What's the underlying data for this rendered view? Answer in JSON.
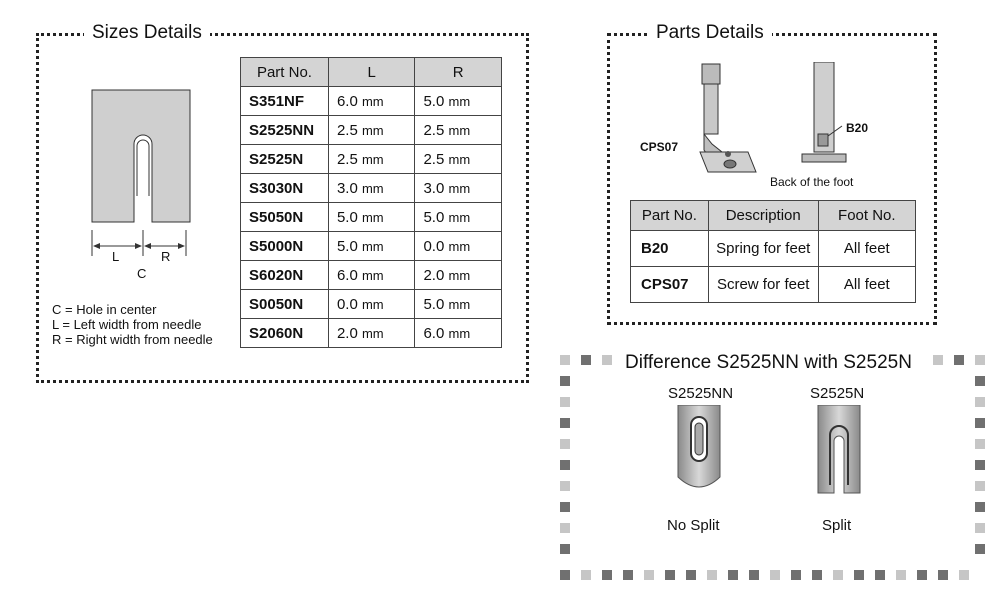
{
  "sizes_panel": {
    "title": "Sizes Details",
    "columns": [
      "Part No.",
      "L",
      "R"
    ],
    "rows": [
      {
        "part": "S351NF",
        "l": "6.0",
        "r": "5.0"
      },
      {
        "part": "S2525NN",
        "l": "2.5",
        "r": "2.5"
      },
      {
        "part": "S2525N",
        "l": "2.5",
        "r": "2.5"
      },
      {
        "part": "S3030N",
        "l": "3.0",
        "r": "3.0"
      },
      {
        "part": "S5050N",
        "l": "5.0",
        "r": "5.0"
      },
      {
        "part": "S5000N",
        "l": "5.0",
        "r": "0.0"
      },
      {
        "part": "S6020N",
        "l": "6.0",
        "r": "2.0"
      },
      {
        "part": "S0050N",
        "l": "0.0",
        "r": "5.0"
      },
      {
        "part": "S2060N",
        "l": "2.0",
        "r": "6.0"
      }
    ],
    "unit": "mm",
    "diagram_labels": {
      "left": "L",
      "right": "R",
      "center": "C"
    },
    "legend": [
      "C = Hole in center",
      "L = Left width from needle",
      "R = Right width from needle"
    ]
  },
  "parts_panel": {
    "title": "Parts Details",
    "callouts": {
      "screw": "CPS07",
      "spring": "B20",
      "back_caption": "Back of the foot"
    },
    "columns": [
      "Part No.",
      "Description",
      "Foot No."
    ],
    "rows": [
      {
        "part": "B20",
        "description": "Spring for feet",
        "foot": "All feet"
      },
      {
        "part": "CPS07",
        "description": "Screw for feet",
        "foot": "All feet"
      }
    ]
  },
  "difference_panel": {
    "title": "Difference S2525NN with S2525N",
    "items": [
      {
        "name": "S2525NN",
        "caption": "No Split"
      },
      {
        "name": "S2525N",
        "caption": "Split"
      }
    ],
    "colors": {
      "dark": "#707070",
      "light": "#c6c6c6"
    }
  }
}
